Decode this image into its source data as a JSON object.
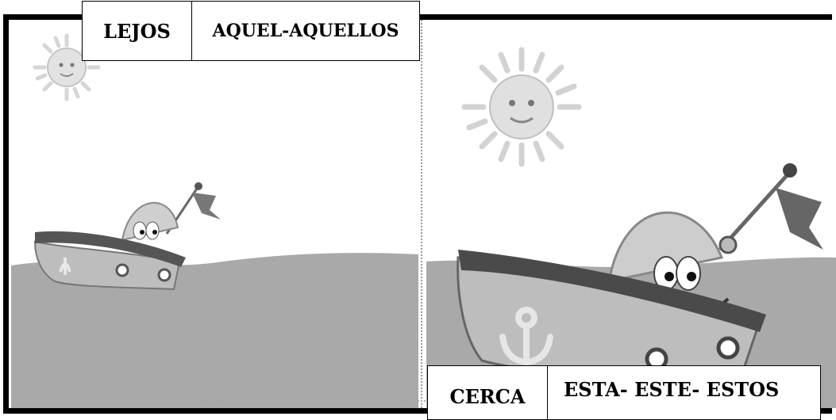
{
  "far": {
    "word": "LEJOS",
    "demonstratives": "AQUEL-AQUELLOS"
  },
  "near": {
    "word": "CERCA",
    "demonstratives": "ESTA- ESTE- ESTOS"
  },
  "illustration": {
    "icons": [
      "sun-icon",
      "boat-icon",
      "sea"
    ],
    "colors": {
      "sea": "#a9a9a9",
      "sky": "#ffffff",
      "boat_dark": "#555555",
      "frame": "#000000"
    }
  }
}
